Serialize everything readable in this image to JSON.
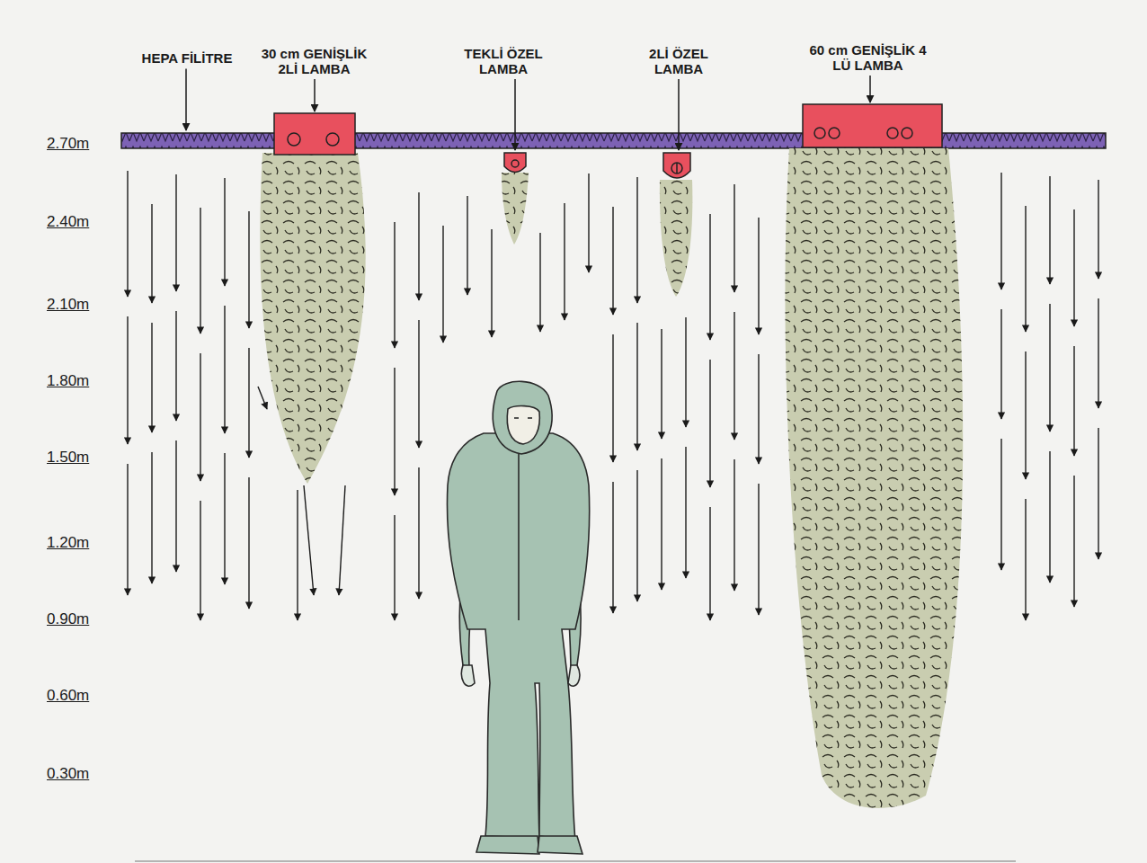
{
  "diagram": {
    "labels": [
      "HEPA FİLİTRE",
      "30 cm GENİŞLİK 2Lİ LAMBA",
      "TEKLİ ÖZEL LAMBA",
      "2Lİ ÖZEL LAMBA",
      "60 cm GENİŞLİK 4 LÜ LAMBA",
      "2.70m",
      "2.40m",
      "2.10m",
      "1.80m",
      "1.50m",
      "1.20m",
      "0.90m",
      "0.60m",
      "0.30m"
    ]
  }
}
